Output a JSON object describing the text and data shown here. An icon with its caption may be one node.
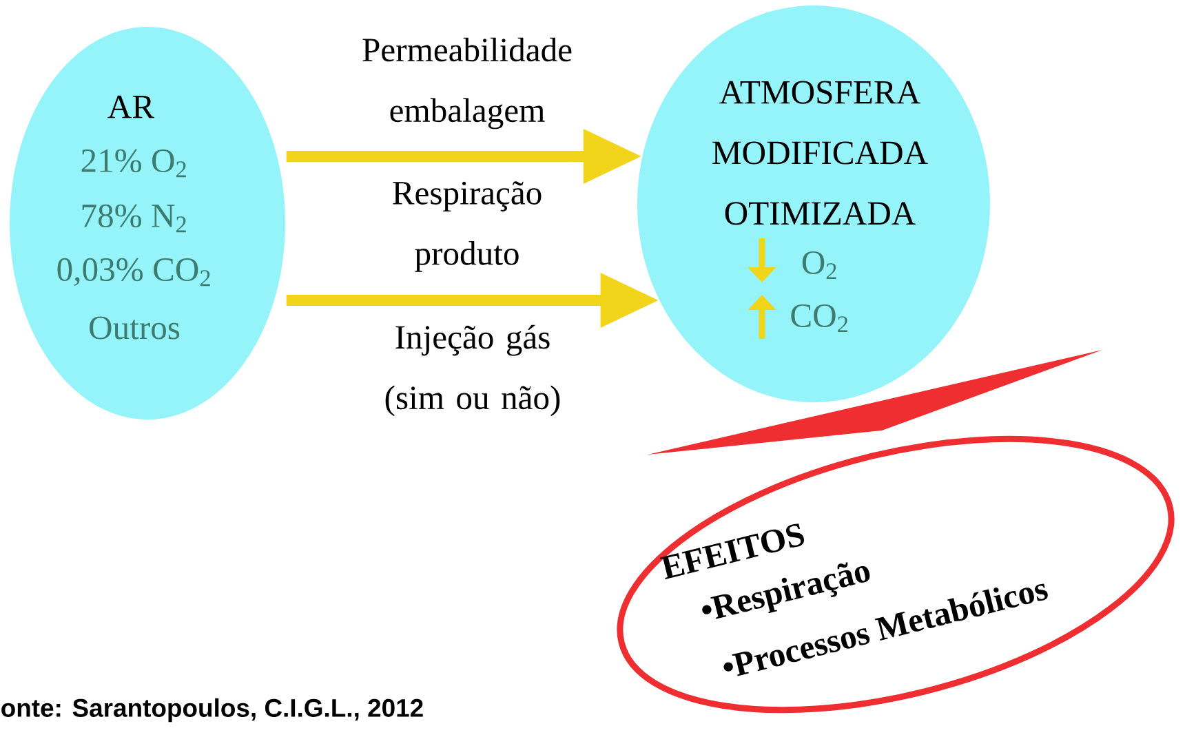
{
  "diagram": {
    "nodes": [
      {
        "text": [
          "AR",
          "21% O$_{2}$",
          "78% N$_{2}$",
          "0,03% CO$_{2}$",
          "Outros"
        ]
      },
      {
        "text": [
          "ATMOSFERA MODIFICADA OTIMIZADA",
          "O$_{2}$",
          "CO$_{2}$"
        ]
      },
      {
        "text": [
          "EFEITOS",
          "•Respiração",
          "•Processos Metabólicos"
        ]
      }
    ],
    "edges": [
      {
        "from": 0,
        "to": 1,
        "arrow": "to",
        "label": "Permeabilidade embalagem"
      },
      {
        "from": 0,
        "to": 1,
        "arrow": "to",
        "label": "Injeção gás (sim ou não)"
      }
    ],
    "labels": [
      "Respiração produto",
      "onte: Sarantopoulos, C.I.G.L., 2012"
    ]
  }
}
